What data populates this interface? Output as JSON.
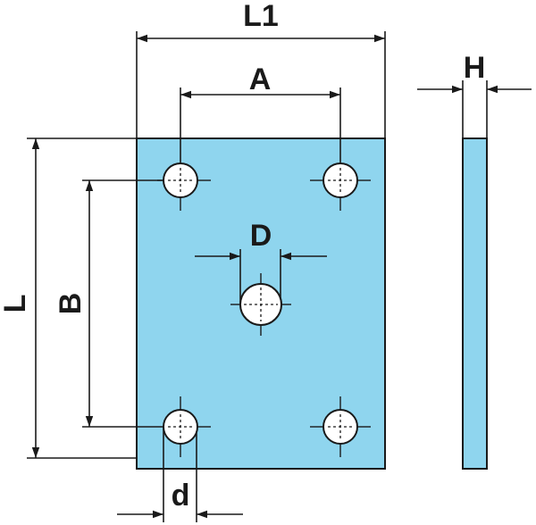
{
  "diagram": {
    "colors": {
      "plate_fill": "#8fd5ee",
      "line": "#1a1a1a",
      "background": "#ffffff"
    },
    "labels": {
      "L1": "L1",
      "A": "A",
      "H": "H",
      "L": "L",
      "B": "B",
      "D": "D",
      "d": "d"
    }
  }
}
